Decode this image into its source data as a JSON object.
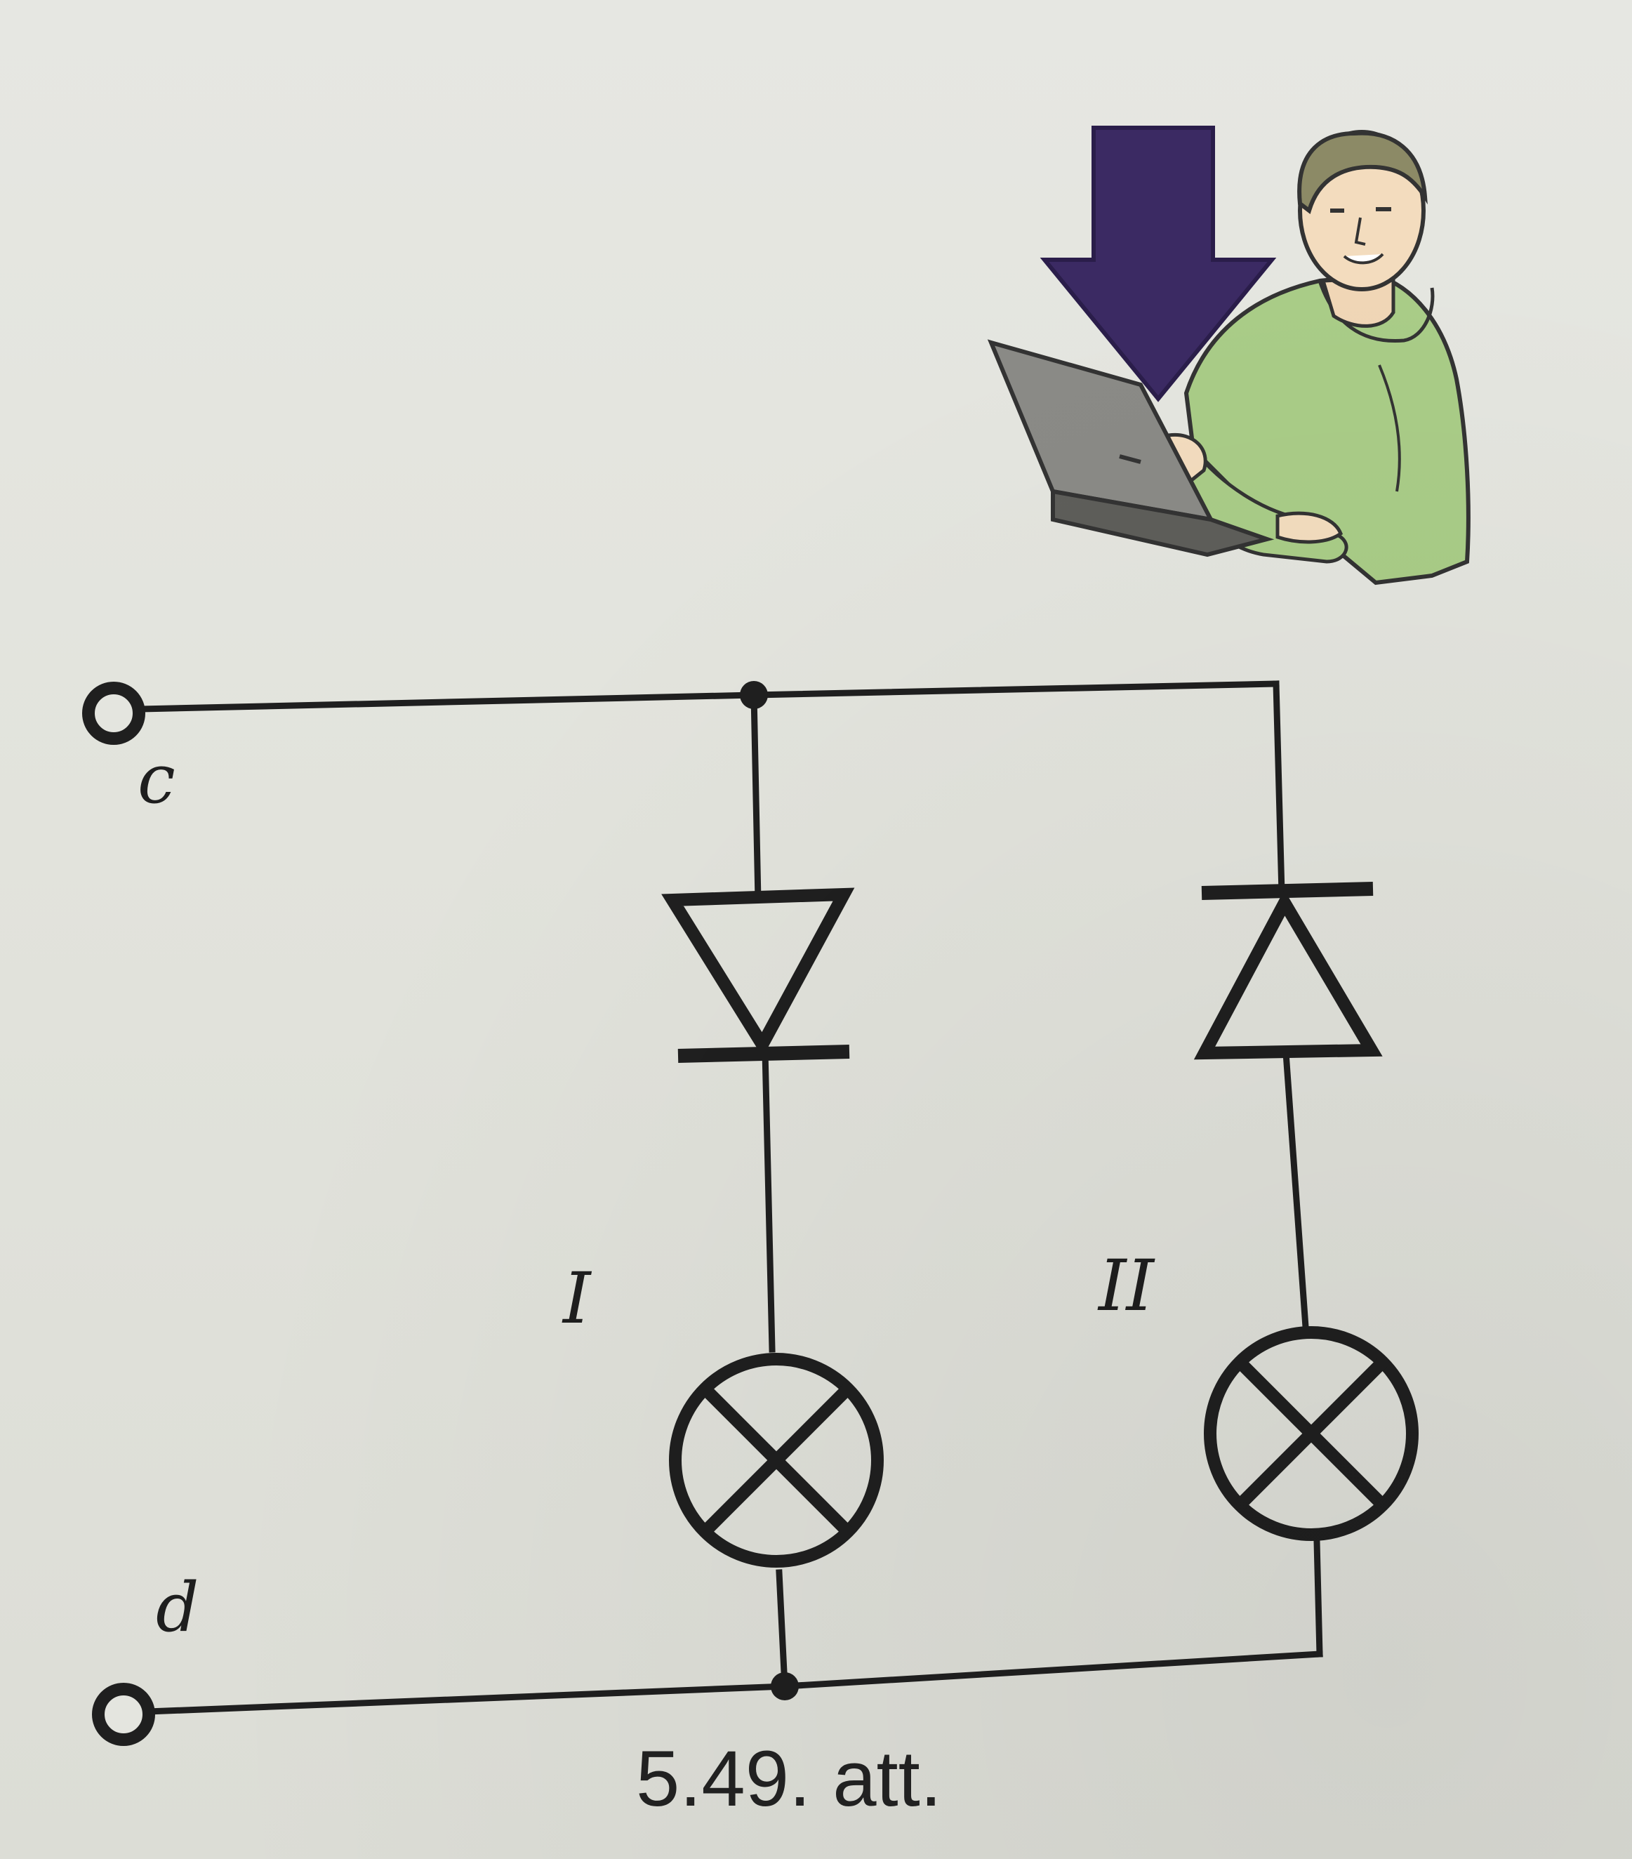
{
  "diagram": {
    "terminals": {
      "top_label": "c",
      "bottom_label": "d"
    },
    "branches": [
      {
        "label": "I"
      },
      {
        "label": "II"
      }
    ],
    "caption": "5.49. att."
  },
  "illustration": {
    "icon": "person-with-laptop-download-icon",
    "arrow_color": "#3b2a63",
    "shirt_color": "#a9cc87"
  }
}
